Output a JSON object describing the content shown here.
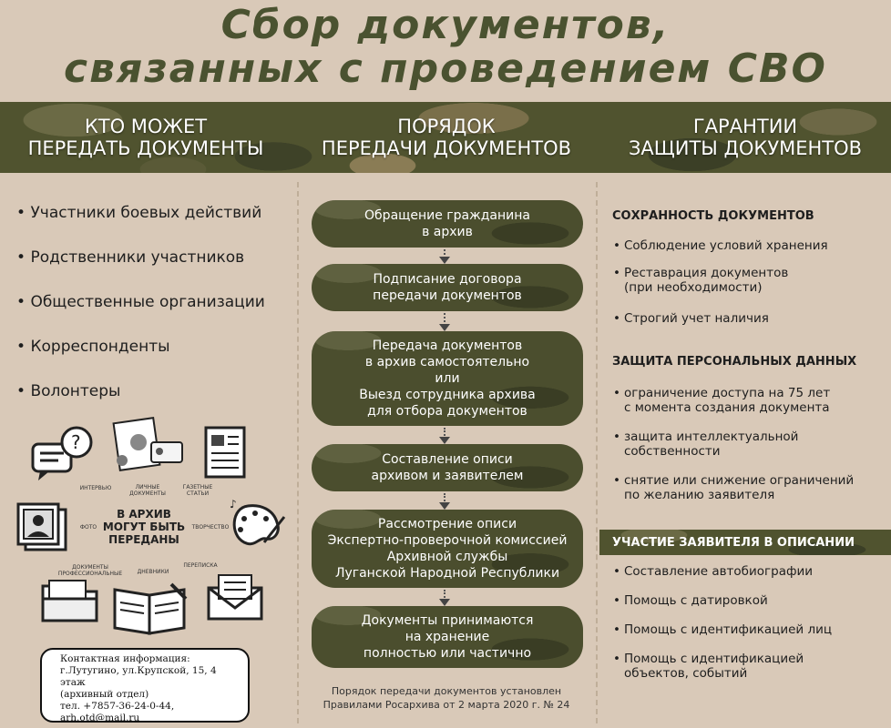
{
  "title": "Сбор документов,\nсвязанных с проведением СВО",
  "columns": {
    "who": "КТО МОЖЕТ\nПЕРЕДАТЬ ДОКУМЕНТЫ",
    "order": "ПОРЯДОК\nПЕРЕДАЧИ ДОКУМЕНТОВ",
    "guarantees": "ГАРАНТИИ\nЗАЩИТЫ ДОКУМЕНТОВ"
  },
  "who_list": [
    "Участники боевых действий",
    "Родственники участников",
    "Общественные организации",
    "Корреспонденты",
    "Волонтеры"
  ],
  "icon_labels": {
    "interviews": "ИНТЕРВЬЮ",
    "personal_docs": "ЛИЧНЫЕ ДОКУМЕНТЫ",
    "newspaper": "ГАЗЕТНЫЕ СТАТЬИ",
    "photo": "ФОТО",
    "creativity": "ТВОРЧЕСТВО",
    "professional_docs": "ДОКУМЕНТЫ ПРОФЕССИОНАЛЬНЫЕ",
    "diaries": "ДНЕВНИКИ",
    "letters": "ПЕРЕПИСКА",
    "center": "В АРХИВ\nМОГУТ БЫТЬ\nПЕРЕДАНЫ"
  },
  "contact": {
    "l1": "Контактная информация:",
    "l2": "г.Лутугино, ул.Крупской, 15, 4 этаж",
    "l3": "(архивный отдел)",
    "l4": "тел. +7857-36-24-0-44,",
    "l5": "arh.otd@mail.ru"
  },
  "steps": [
    "Обращение гражданина\nв архив",
    "Подписание договора\nпередачи документов",
    "Передача документов\nв архив самостоятельно\nили\nВыезд сотрудника архива\nдля отбора документов",
    "Составление описи\nархивом и заявителем",
    "Рассмотрение описи\nЭкспертно-проверочной комиссией\nАрхивной службы\nЛуганской Народной Республики",
    "Документы принимаются\nна хранение\nполностью или частично"
  ],
  "footnote": "Порядок передачи документов установлен\nПравилами Росархива от 2 марта 2020 г. № 24",
  "guarantees": {
    "safety_title": "СОХРАННОСТЬ ДОКУМЕНТОВ",
    "safety": [
      "Соблюдение условий хранения",
      "Реставрация документов\n(при необходимости)",
      "Строгий учет наличия"
    ],
    "personal_title": "ЗАЩИТА ПЕРСОНАЛЬНЫХ ДАННЫХ",
    "personal": [
      "ограничение доступа  на 75 лет\nс момента создания документа",
      "защита интеллектуальной\nсобственности",
      "снятие или снижение ограничений\nпо желанию заявителя"
    ],
    "participation_title": "УЧАСТИЕ ЗАЯВИТЕЛЯ В ОПИСАНИИ",
    "participation": [
      "Составление автобиографии",
      "Помощь с датировкой",
      "Помощь с идентификацией лиц",
      "Помощь с идентификацией\nобъектов, событий"
    ]
  }
}
